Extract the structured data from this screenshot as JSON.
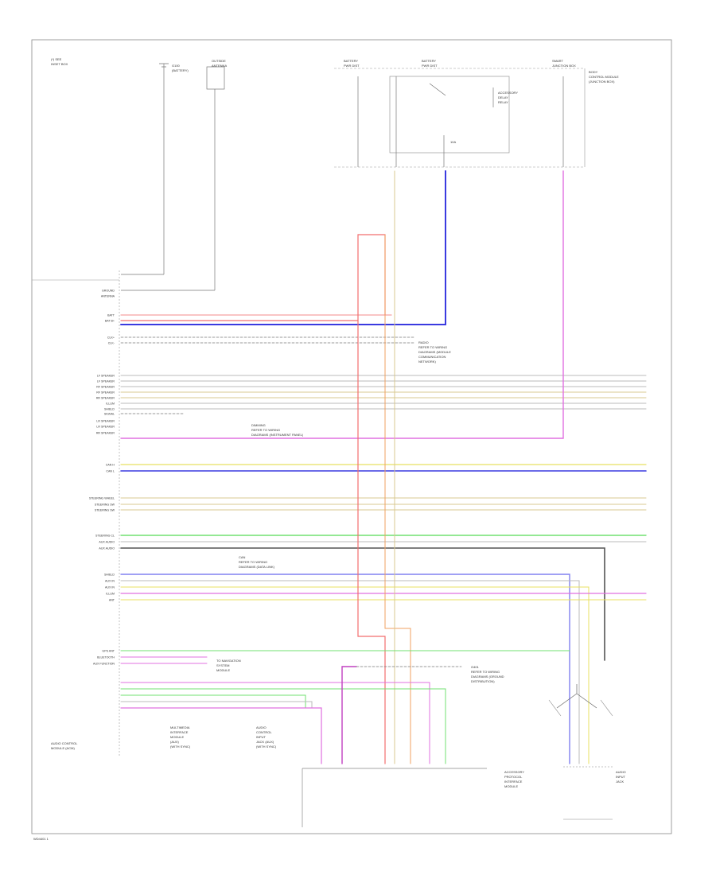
{
  "footer": {
    "code": "WD4401 1"
  },
  "top_left_label": [
    "(*) SEE",
    "INSET BOX"
  ],
  "gnd_label": [
    "G100",
    "(BATTERY)"
  ],
  "sensor_label": [
    "OUTSIDE",
    "ANTENNA"
  ],
  "junction_top": [
    "BATTERY",
    "PWR DIST"
  ],
  "junction_mid": [
    "BATTERY",
    "PWR DIST"
  ],
  "junction_right": [
    "SMART",
    "JUNCTION BOX"
  ],
  "junction_box_title": [
    "BODY",
    "CONTROL MODULE",
    "(JUNCTION BOX)"
  ],
  "relay_label": [
    "ACCESSORY",
    "DELAY",
    "RELAY"
  ],
  "fuse_label": "10A",
  "module_title": [
    "AUDIO CONTROL",
    "MODULE (ACM)"
  ],
  "left_pins": [
    "GROUND",
    "ANTENNA",
    "BATT",
    "BAT B+",
    "CLK+",
    "CLK-",
    "LF SPEAKER",
    "LF SPEAKER",
    "RF SPEAKER",
    "RF SPEAKER",
    "RR SPEAKER",
    "ILLUM",
    "SHIELD",
    "SIGNAL",
    "LR SPEAKER",
    "LR SPEAKER",
    "RR SPEAKER",
    "CAN H",
    "CAN L",
    "STEERING WHEEL",
    "STEERING SW",
    "STEERING SW",
    "STEERING CL",
    "AUX AUDIO",
    "AUX AUDIO",
    "SHIELD",
    "AUX IN",
    "AUX IN",
    "ILLUM",
    "ANT",
    "GPS ANT",
    "BLUETOOTH",
    "AUX FUNCTION"
  ],
  "ann_bus": [
    "RADIO",
    "REFER TO WIRING",
    "DIAGRAMS (MODULE",
    "COMMUNICATION",
    "NETWORK)"
  ],
  "ann_illum": [
    "DIMMING",
    "REFER TO WIRING",
    "DIAGRAMS (INSTRUMENT PANEL)"
  ],
  "ann_canbus": [
    "CAN",
    "REFER TO WIRING",
    "DIAGRAMS (DATA LINK)"
  ],
  "ann_aux": [
    "TO NAVIGATION",
    "SYSTEM",
    "MODULE"
  ],
  "ann_ground": [
    "G401",
    "REFER TO WIRING",
    "DIAGRAMS (GROUND",
    "DISTRIBUTION)"
  ],
  "module_bottom_left": [
    "MULTIMEDIA",
    "INTERFACE",
    "MODULE",
    "(AUX)",
    "(WITH SYNC)"
  ],
  "module_bottom_mid": [
    "AUDIO",
    "CONTROL",
    "INPUT",
    "JACK (AUX)",
    "(WITH SYNC)"
  ],
  "module_bottom_right": [
    "ACCESSORY",
    "PROTOCOL",
    "INTERFACE",
    "MODULE"
  ],
  "speaker_label": [
    "AUDIO",
    "INPUT",
    "JACK"
  ],
  "colors": {
    "frame": "#888888",
    "red": "#f26d6d",
    "pink": "#f5a0a0",
    "blue": "#3a3ae0",
    "magenta": "#e070e0",
    "violet": "#c040c0",
    "yellow": "#e8e060",
    "tan": "#d8c890",
    "orange": "#f0a060",
    "green": "#70e070",
    "darkgray": "#555555",
    "lightgray": "#bbbbbb",
    "lavender": "#8080f0"
  }
}
